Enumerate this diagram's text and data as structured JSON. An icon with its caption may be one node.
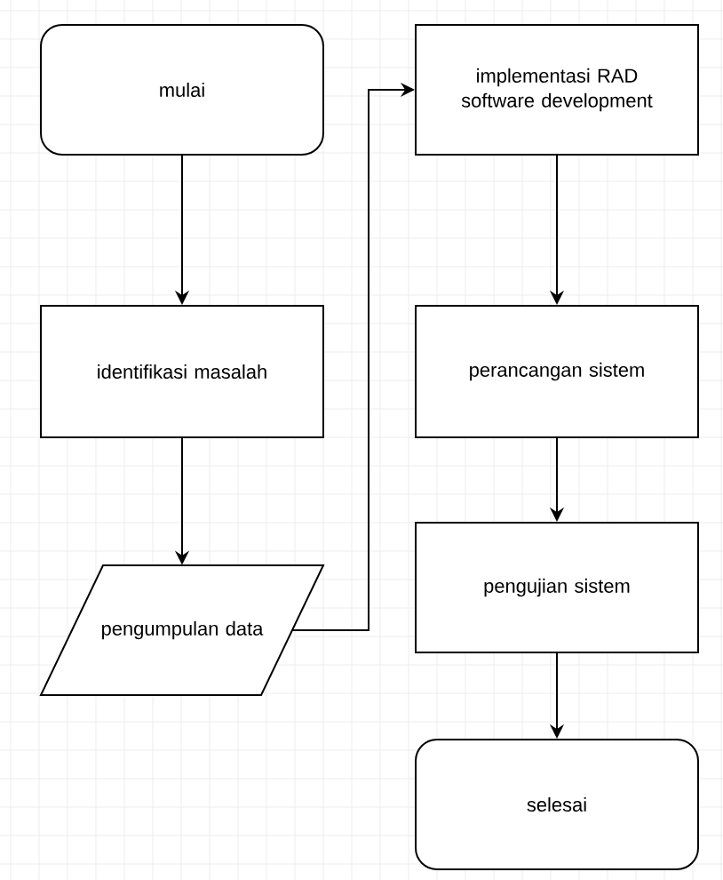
{
  "diagram": {
    "nodes": [
      {
        "text": [
          "mulai"
        ]
      },
      {
        "text": [
          "identifikasi masalah"
        ]
      },
      {
        "text": [
          "pengumpulan data"
        ]
      },
      {
        "text": [
          "implementasi RAD software development"
        ]
      },
      {
        "text": [
          "perancangan sistem"
        ]
      },
      {
        "text": [
          "pengujian sistem"
        ]
      },
      {
        "text": [
          "selesai"
        ]
      }
    ],
    "edges": [
      {
        "from": 0,
        "to": 1,
        "arrow": "to"
      },
      {
        "from": 1,
        "to": 2,
        "arrow": "to"
      },
      {
        "from": 2,
        "to": 3,
        "arrow": "to"
      },
      {
        "from": 3,
        "to": 4,
        "arrow": "to"
      },
      {
        "from": 4,
        "to": 5,
        "arrow": "to"
      },
      {
        "from": 5,
        "to": 6,
        "arrow": "to"
      }
    ]
  }
}
